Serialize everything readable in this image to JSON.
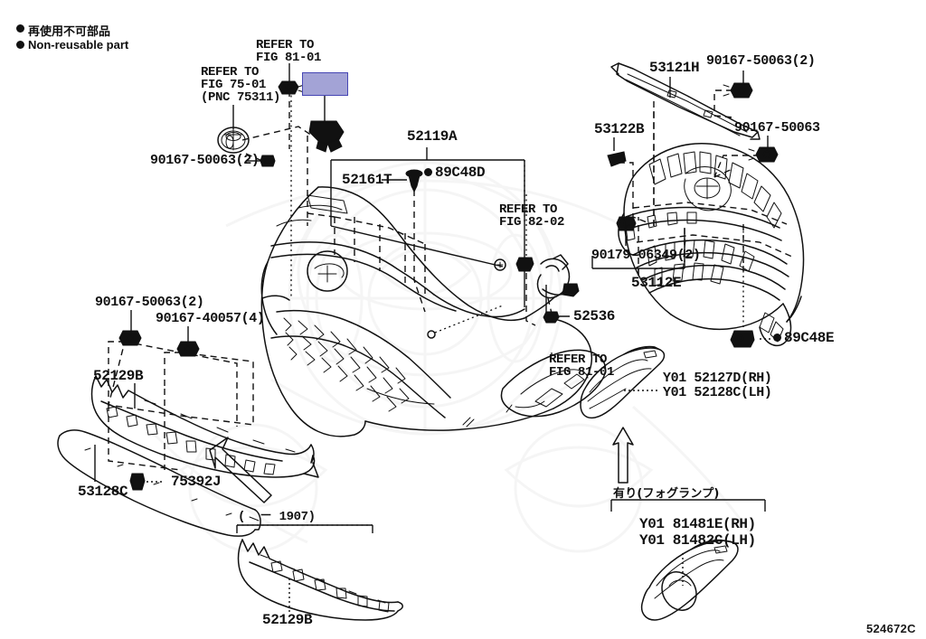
{
  "document": {
    "title": "Toyota Front Bumper & Bumper Cover Parts Diagram",
    "figure_code": "524672C"
  },
  "legend": {
    "japanese": "再使用不可部品",
    "english": "Non-reusable part"
  },
  "notes": {
    "date_range": "(  － 1907)",
    "fog_lamp_jp": "有り(フォグランプ)"
  },
  "references": [
    {
      "name": "ref-fig-81-01-top",
      "line1": "REFER TO",
      "line2": "FIG 81-01"
    },
    {
      "name": "ref-fig-75-01",
      "line1": "REFER TO",
      "line2": "FIG 75-01",
      "line3": "(PNC 75311)"
    },
    {
      "name": "ref-fig-82-02",
      "line1": "REFER TO",
      "line2": "FIG 82-02"
    },
    {
      "name": "ref-fig-81-01-mid",
      "line1": "REFER TO",
      "line2": "FIG 81-01"
    }
  ],
  "part_labels": [
    {
      "name": "part-90167-50063-2-emblem",
      "text": "90167-50063(2)"
    },
    {
      "name": "part-52119a",
      "text": "52119A"
    },
    {
      "name": "part-52161t",
      "text": "52161T"
    },
    {
      "name": "part-89c48d",
      "text": "89C48D",
      "nonreusable": true
    },
    {
      "name": "part-52536",
      "text": "52536"
    },
    {
      "name": "part-53121h",
      "text": "53121H"
    },
    {
      "name": "part-53122b",
      "text": "53122B"
    },
    {
      "name": "part-90167-50063-2-grille",
      "text": "90167-50063(2)"
    },
    {
      "name": "part-90167-50063",
      "text": "90167-50063"
    },
    {
      "name": "part-90179-06349-2",
      "text": "90179-06349(2)"
    },
    {
      "name": "part-53112e",
      "text": "53112E"
    },
    {
      "name": "part-89c48e",
      "text": "89C48E",
      "nonreusable": true
    },
    {
      "name": "part-90167-50063-2-lower",
      "text": "90167-50063(2)"
    },
    {
      "name": "part-90167-40057-4",
      "text": "90167-40057(4)"
    },
    {
      "name": "part-52129b-upper",
      "text": "52129B"
    },
    {
      "name": "part-53128c",
      "text": "53128C"
    },
    {
      "name": "part-75392j",
      "text": "75392J"
    },
    {
      "name": "part-52129b-lower",
      "text": "52129B"
    },
    {
      "name": "part-y01-52127d-rh",
      "text": "Y01 52127D(RH)"
    },
    {
      "name": "part-y01-52128c-lh",
      "text": "Y01 52128C(LH)"
    },
    {
      "name": "part-y01-81481e-rh",
      "text": "Y01 81481E(RH)"
    },
    {
      "name": "part-y01-81482c-lh",
      "text": "Y01 81482C(LH)"
    }
  ],
  "colors": {
    "highlight_fill": "#a3a3d6",
    "highlight_border": "#4646b4",
    "line": "#111111",
    "background": "#ffffff"
  }
}
